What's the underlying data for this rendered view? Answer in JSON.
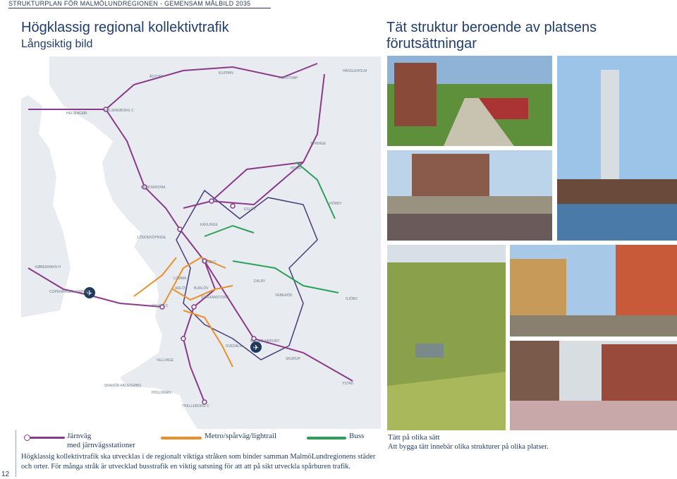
{
  "header": {
    "running_title": "STRUKTURPLAN FÖR MALMÖLUNDREGIONEN - GEMENSAM MÅLBILD 2035"
  },
  "left": {
    "title": "Högklassig regional kollektivtrafik",
    "subtitle": "Långsiktig bild"
  },
  "right": {
    "title": "Tät struktur beroende av platsens förutsättningar",
    "caption_heading": "Tätt på olika sätt",
    "caption_text": "Att bygga tätt innebär olika strukturer på olika platser."
  },
  "map": {
    "labels": {
      "astorp": "ÅSTORP",
      "klippan": "KLIPPAN",
      "perstorp": "PERSTORP",
      "hassleholm": "HÄSSLEHOLM",
      "helsingor": "HELSINGØR",
      "helsingborg": "HELSINGBORG C",
      "tyringe": "TYRINGE",
      "hoor": "HÖÖR",
      "landskrona": "LANDSKRONA",
      "eslov": "ESLÖV",
      "horby": "HÖRBY",
      "kavlinge": "KÄVLINGE",
      "loddekopinge": "LÖDDEKÖPINGE",
      "lund": "LUND C",
      "kobenhavn": "KØBENHAVN H",
      "lomma": "LOMMA",
      "arlov": "ARLÖV",
      "burlov": "BURLÖV",
      "dalby": "DALBY",
      "staffanstorp": "STAFFANSTORP",
      "veberod": "VEBERÖD",
      "sjobo": "SJÖBO",
      "copenhagen_airport": "COPENHAGEN AIRPORT",
      "malmo": "MALMÖ C",
      "svedala": "SVEDALA",
      "malmo_airport": "MALMÖ AIRPORT",
      "vellinge": "VELLINGE",
      "skurup": "SKURUP",
      "ystad": "YSTAD",
      "skanor": "SKANÖR-FALSTERBO",
      "hollviken": "HÖLLVIKEN",
      "trelleborg": "TRELLEBORG C"
    },
    "colors": {
      "rail": "#8a3a8a",
      "metro": "#e8902a",
      "bus": "#2aa05a",
      "land": "#e8ebef",
      "sea": "#ffffff"
    }
  },
  "legend": {
    "rail": "Järnväg",
    "rail_stations": "med järnvägsstationer",
    "metro": "Metro/spårväg/lightrail",
    "bus": "Buss"
  },
  "body_text": "Högklassig kollektivtrafik ska utvecklas i de regionalt viktiga stråken som binder samman MalmöLundregionens städer och orter. För många stråk är utvecklad busstrafik en viktig satsning för att att på sikt utveckla spårburen trafik.",
  "page_number": "12"
}
